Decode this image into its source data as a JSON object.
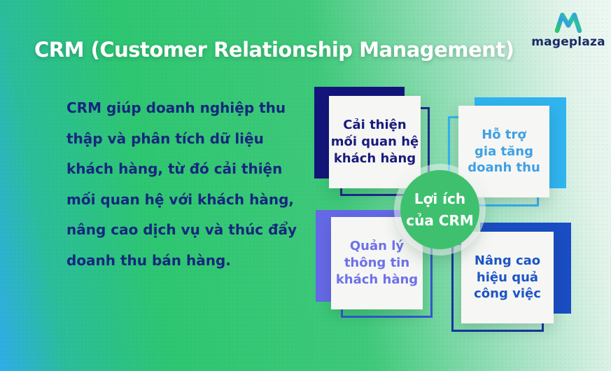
{
  "page": {
    "title": "CRM (Customer Relationship Management)"
  },
  "intro": {
    "text": "CRM giúp doanh nghiệp thu\nthập và phân tích dữ liệu\nkhách hàng, từ đó cải thiện\nmối quan hệ với khách hàng,\nnâng cao dịch vụ và thúc đẩy\ndoanh thu bán hàng."
  },
  "diagram": {
    "center": {
      "label": "Lợi ích\ncủa CRM",
      "color": "#3ec06f",
      "text_color": "#ffffff"
    },
    "cards": [
      {
        "label": "Cải thiện\nmối quan hệ\nkhách hàng",
        "fill_color": "#13157b",
        "outline_color": "#1b2a8a",
        "text_color": "#191b7c"
      },
      {
        "label": "Hỗ trợ\ngia tăng\ndoanh thu",
        "fill_color": "#30b4ef",
        "outline_color": "#2fb3f0",
        "text_color": "#3fa0e4"
      },
      {
        "label": "Quản lý\nthông tin\nkhách hàng",
        "fill_color": "#6569e6",
        "outline_color": "#3558cf",
        "text_color": "#6d71ea"
      },
      {
        "label": "Nâng cao\nhiệu quả\ncông việc",
        "fill_color": "#1a4dc4",
        "outline_color": "#14389e",
        "text_color": "#1d55c6"
      }
    ]
  },
  "logo": {
    "wordmark": "mageplaza",
    "icon": "mageplaza-m-icon",
    "wordmark_color": "#1c2a68",
    "icon_gradient": [
      "#2fc56e",
      "#2f9fe5"
    ]
  },
  "palette": {
    "bg_blue": "#2fade9",
    "bg_green": "#2ec671",
    "bg_pale": "#eef8f3",
    "card_face": "#f6f7f4"
  }
}
